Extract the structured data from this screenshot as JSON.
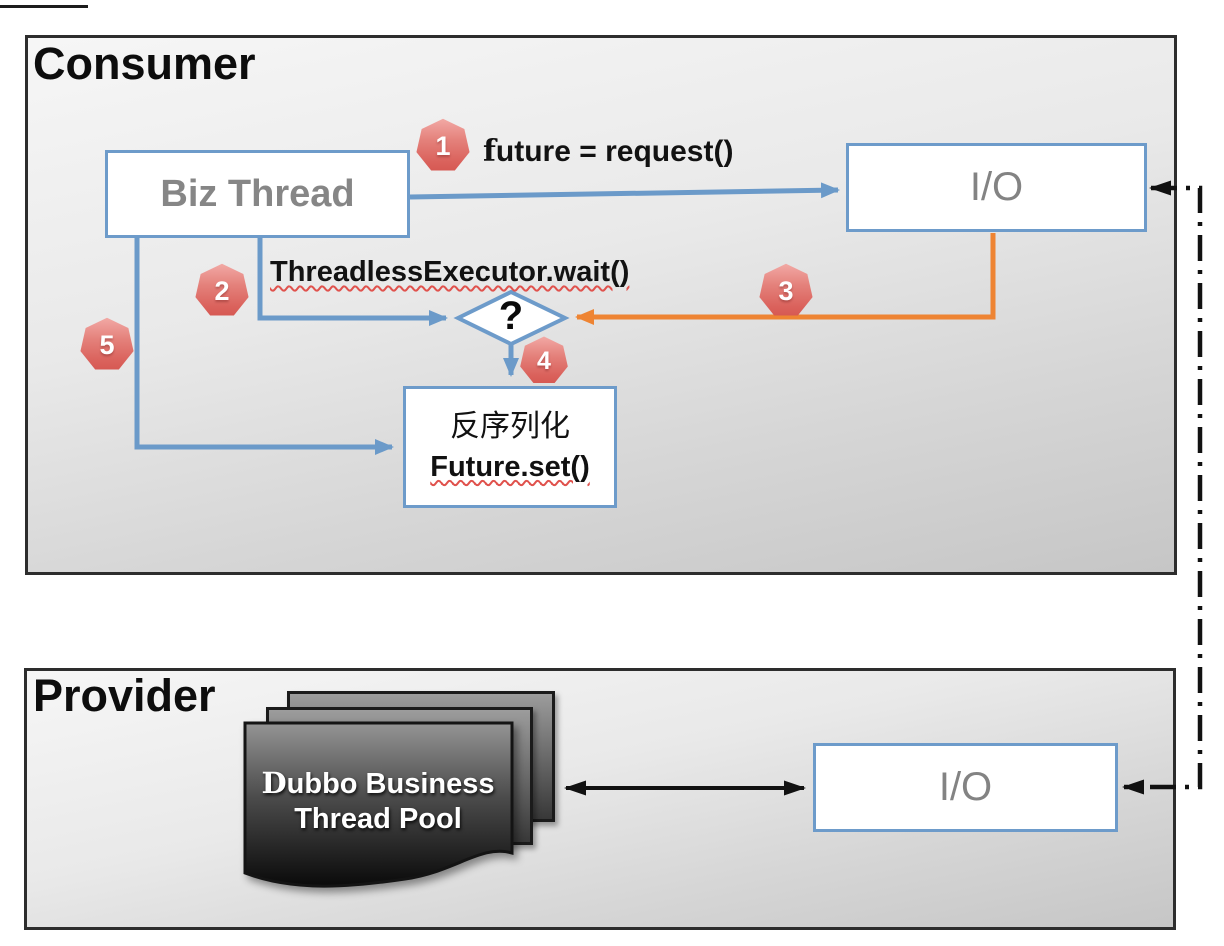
{
  "diagram": {
    "title_hint": "Dubbo ThreadlessExecutor request flow",
    "consumer": {
      "title": "Consumer",
      "biz_thread_label": "Biz Thread",
      "io_label": "I/O",
      "future_request_label": "future = request()",
      "threadless_wait_label": "ThreadlessExecutor.wait()",
      "decision_label": "?",
      "deserialize_line1": "反序列化",
      "deserialize_line2": "Future.set()"
    },
    "provider": {
      "title": "Provider",
      "thread_pool_line1": "Dubbo Business",
      "thread_pool_line2": "Thread Pool",
      "io_label": "I/O"
    },
    "badges": [
      "1",
      "2",
      "3",
      "4",
      "5"
    ]
  },
  "colors": {
    "blue": "#6b9ac9",
    "orange": "#ee8433",
    "black": "#111111",
    "badge_red": "#da615b",
    "squiggle_red": "#e0524d",
    "box_border_blue": "#6d9bca",
    "panel_border": "#2d2d2d"
  }
}
